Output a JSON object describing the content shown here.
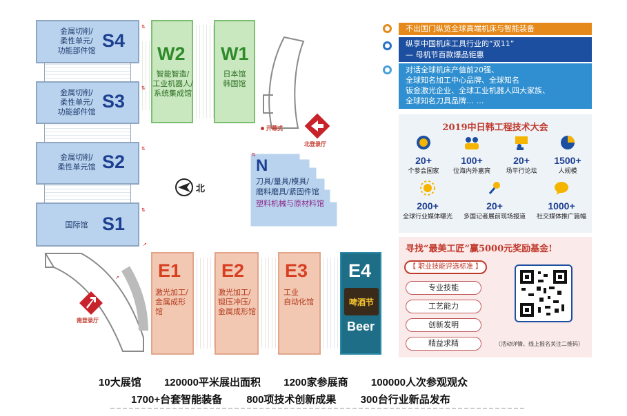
{
  "halls": {
    "S4": {
      "code": "S4",
      "desc": [
        "金属切削/",
        "柔性单元/",
        "功能部件馆"
      ]
    },
    "S3": {
      "code": "S3",
      "desc": [
        "金属切削/",
        "柔性单元/",
        "功能部件馆"
      ]
    },
    "S2": {
      "code": "S2",
      "desc": [
        "金属切削/",
        "柔性单元馆"
      ]
    },
    "S1": {
      "code": "S1",
      "desc": [
        "国际馆"
      ]
    },
    "W2": {
      "code": "W2",
      "desc": [
        "智能智造/",
        "工业机器人/",
        "系统集成馆"
      ]
    },
    "W1": {
      "code": "W1",
      "desc": [
        "日本馆",
        "韩国馆"
      ]
    },
    "N": {
      "code": "N",
      "desc": [
        "刀具/量具/模具/",
        "磨料磨具/紧固件馆",
        "塑料机械与原材料馆"
      ]
    },
    "E1": {
      "code": "E1",
      "desc": [
        "激光加工/",
        "金属成形馆"
      ]
    },
    "E2": {
      "code": "E2",
      "desc": [
        "激光加工/",
        "锻压冲压/",
        "金属成形馆"
      ]
    },
    "E3": {
      "code": "E3",
      "desc": [
        "工业",
        "自动化馆"
      ]
    },
    "E4": {
      "code": "E4",
      "beer": "Beer",
      "festival": "啤酒节"
    }
  },
  "landmarks": {
    "north_entrance": "北登录厅",
    "south_entrance": "南登录厅",
    "opening": "开幕式",
    "compass": "北"
  },
  "highlights": [
    {
      "text": "不出国门纵览全球高端机床与智能装备",
      "color": "#e58a1a"
    },
    {
      "line1": "纵享中国机床工具行业的“双11”",
      "line2": "— 母机节百款爆品钜惠",
      "color": "#1d4fa0"
    },
    {
      "line1": "对话全球机床产值前20强、",
      "line2": "全球知名加工中心品牌、全球知名",
      "line3": "钣金激光企业、全球工业机器人四大家族、",
      "line4": "全球知名刀具品牌… …",
      "color": "#2f8fd0"
    }
  ],
  "conference": {
    "title": "2019中日韩工程技术大会",
    "stats": [
      {
        "num": "20+",
        "label": "个参会国家",
        "icon": "globe-icon"
      },
      {
        "num": "100+",
        "label": "位海内外嘉宾",
        "icon": "people-icon"
      },
      {
        "num": "20+",
        "label": "场平行论坛",
        "icon": "presenter-icon"
      },
      {
        "num": "1500+",
        "label": "人规模",
        "icon": "pie-icon"
      },
      {
        "num": "200+",
        "label": "全球行业媒体曝光",
        "icon": "sun-icon"
      },
      {
        "num": "20+",
        "label": "多国记者展前现场报道",
        "icon": "microphone-icon"
      },
      {
        "num": "1000+",
        "label": "社交媒体推广篇幅",
        "icon": "chat-icon"
      }
    ]
  },
  "award": {
    "title": "寻找“最美工匠”赢5000元奖励基金!",
    "tag": "【 职业技能评选标准 】",
    "items": [
      "专业技能",
      "工艺能力",
      "创新发明",
      "精益求精"
    ],
    "qr_note": "（活动详情、线上报名关注二维码）"
  },
  "summary": {
    "row1": [
      {
        "num": "10",
        "label": "大展馆"
      },
      {
        "num": "120000",
        "label": "平米展出面积"
      },
      {
        "num": "1200",
        "label": "家参展商"
      },
      {
        "num": "100000",
        "label": "人次参观观众"
      }
    ],
    "row2": [
      {
        "num": "1700+",
        "label": "台套智能装备"
      },
      {
        "num": "800",
        "label": "项技术创新成果"
      },
      {
        "num": "300",
        "label": "台行业新品发布"
      }
    ]
  },
  "colors": {
    "s_hall": "#b9d3ee",
    "w_hall": "#c9e8bf",
    "e_hall": "#f3c8b3",
    "accent_red": "#c0392b"
  }
}
